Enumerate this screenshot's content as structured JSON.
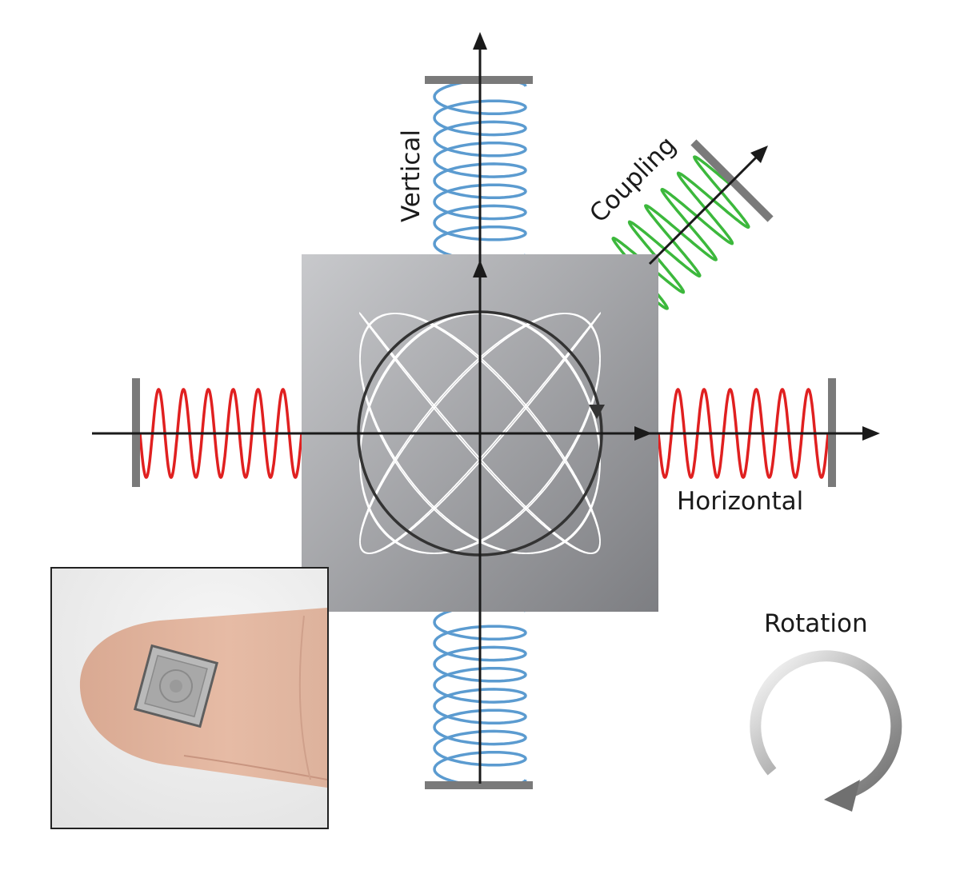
{
  "labels": {
    "vertical": "Vertical",
    "coupling": "Coupling",
    "horizontal": "Horizontal",
    "rotation": "Rotation"
  },
  "colors": {
    "vertical_spring": "#5b9bd0",
    "horizontal_spring": "#e02020",
    "coupling_spring": "#3cb83c",
    "anchor_plate": "#7a7a7a",
    "axis": "#1a1a1a",
    "proof_mass": "#8f9094",
    "lissajous": "#ffffff",
    "orbit_circle": "#333333",
    "rotation_arrow": "#808080"
  },
  "icons": {
    "inset_photo": "fingertip-with-chip-photo"
  }
}
